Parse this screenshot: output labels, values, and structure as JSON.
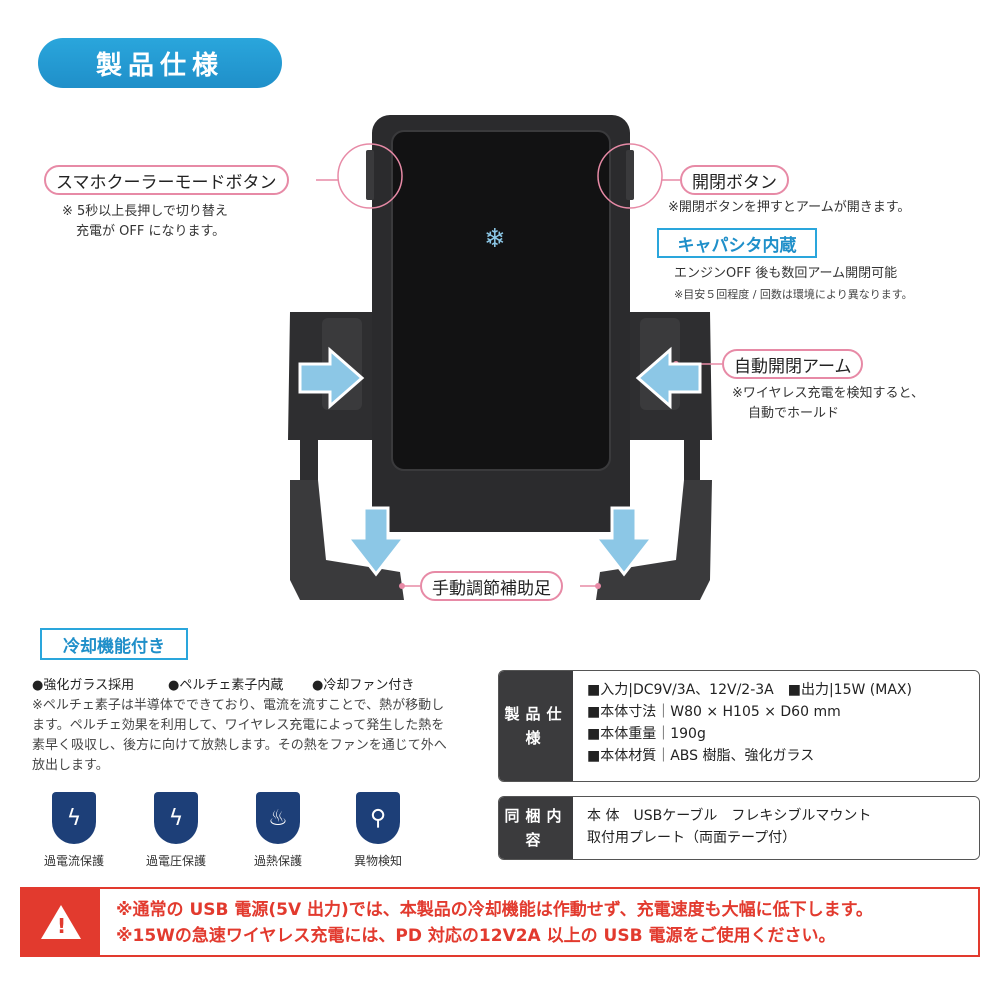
{
  "title": "製品仕様",
  "callouts": {
    "cooler_button": {
      "label": "スマホクーラーモードボタン",
      "note1": "※ 5秒以上長押しで切り替え",
      "note2": "充電が OFF になります。"
    },
    "open_button": {
      "label": "開閉ボタン",
      "note": "※開閉ボタンを押すとアームが開きます。"
    },
    "capacitor": {
      "badge": "キャパシタ内蔵",
      "note": "エンジンOFF 後も数回アーム開閉可能",
      "note_small": "※目安５回程度 / 回数は環境により異なります。"
    },
    "auto_arm": {
      "label": "自動開閉アーム",
      "note1": "※ワイヤレス充電を検知すると、",
      "note2": "自動でホールド"
    },
    "manual_foot": {
      "label": "手動調節補助足"
    }
  },
  "device": {
    "snow_icon": "❄"
  },
  "cooling": {
    "badge": "冷却機能付き",
    "features": [
      "●強化ガラス採用",
      "●ペルチェ素子内蔵",
      "●冷却ファン付き"
    ],
    "description": "※ペルチェ素子は半導体でできており、電流を流すことで、熱が移動します。ペルチェ効果を利用して、ワイヤレス充電によって発生した熱を素早く吸収し、後方に向けて放熱します。その熱をファンを通じて外へ放出します。",
    "protections": [
      {
        "icon": "lightning-icon",
        "glyph": "ϟ",
        "label": "過電流保護"
      },
      {
        "icon": "lightning-icon",
        "glyph": "ϟ",
        "label": "過電圧保護"
      },
      {
        "icon": "heat-icon",
        "glyph": "♨",
        "label": "過熱保護"
      },
      {
        "icon": "magnifier-icon",
        "glyph": "⚲",
        "label": "異物検知"
      }
    ]
  },
  "spec_table": {
    "header": "製品仕様",
    "rows": [
      "■入力|DC9V/3A、12V/2-3A　■出力|15W (MAX)",
      "■本体寸法｜W80 × H105 × D60 mm",
      "■本体重量｜190g",
      "■本体材質｜ABS 樹脂、強化ガラス"
    ]
  },
  "contents_table": {
    "header": "同梱内容",
    "rows": [
      "本 体　USBケーブル　フレキシブルマウント",
      "取付用プレート（両面テープ付）"
    ]
  },
  "warning": {
    "line1": "※通常の USB 電源(5V 出力)では、本製品の冷却機能は作動せず、充電速度も大幅に低下します。",
    "line2": "※15Wの急速ワイヤレス充電には、PD 対応の12V2A 以上の USB 電源をご使用ください。",
    "icon_glyph": "!"
  },
  "colors": {
    "accent_blue": "#1f8fc9",
    "callout_pink": "#e78aa6",
    "warning_red": "#e23a2e",
    "shield_navy": "#1d3f78"
  }
}
